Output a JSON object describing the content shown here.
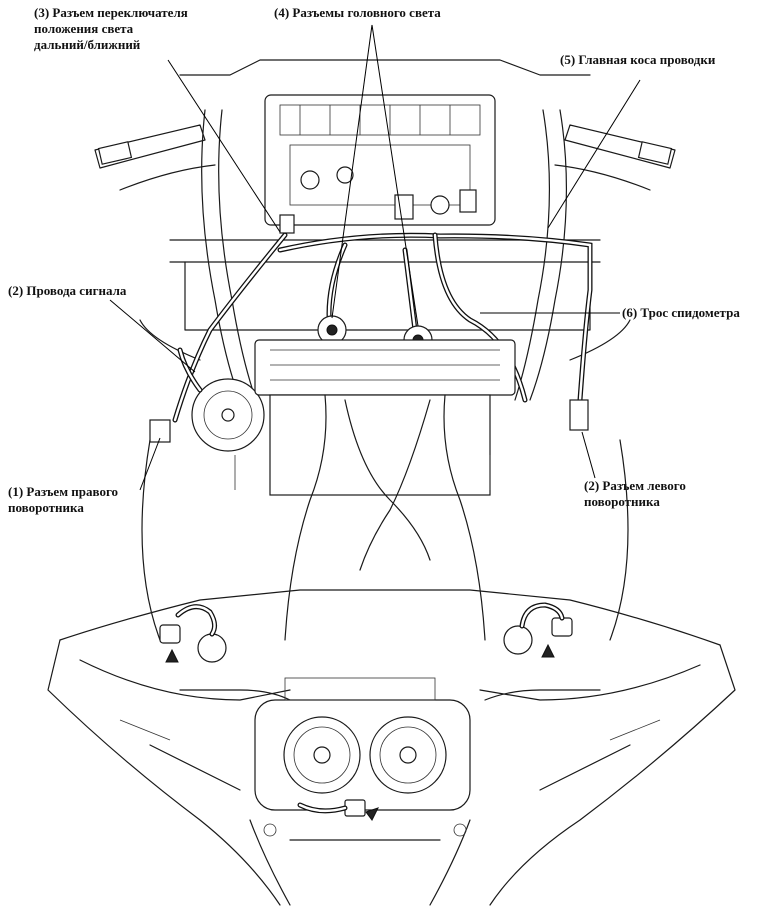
{
  "labels": {
    "dimmer_connector": [
      "(3) Разъем переключателя",
      "положения света",
      "дальний/ближний"
    ],
    "headlight_connectors": [
      "(4) Разъемы головного света"
    ],
    "main_harness": [
      "(5) Главная коса проводки"
    ],
    "horn_wires": [
      "(2) Провода сигнала"
    ],
    "speedometer_cable": [
      "(6) Трос спидометра"
    ],
    "right_turn_connector": [
      "(1) Разъем правого",
      "поворотника"
    ],
    "left_turn_connector": [
      "(2) Разъем левого",
      "поворотника"
    ]
  },
  "colors": {
    "line": "#1a1a1a",
    "text": "#111111",
    "background": "#ffffff"
  }
}
